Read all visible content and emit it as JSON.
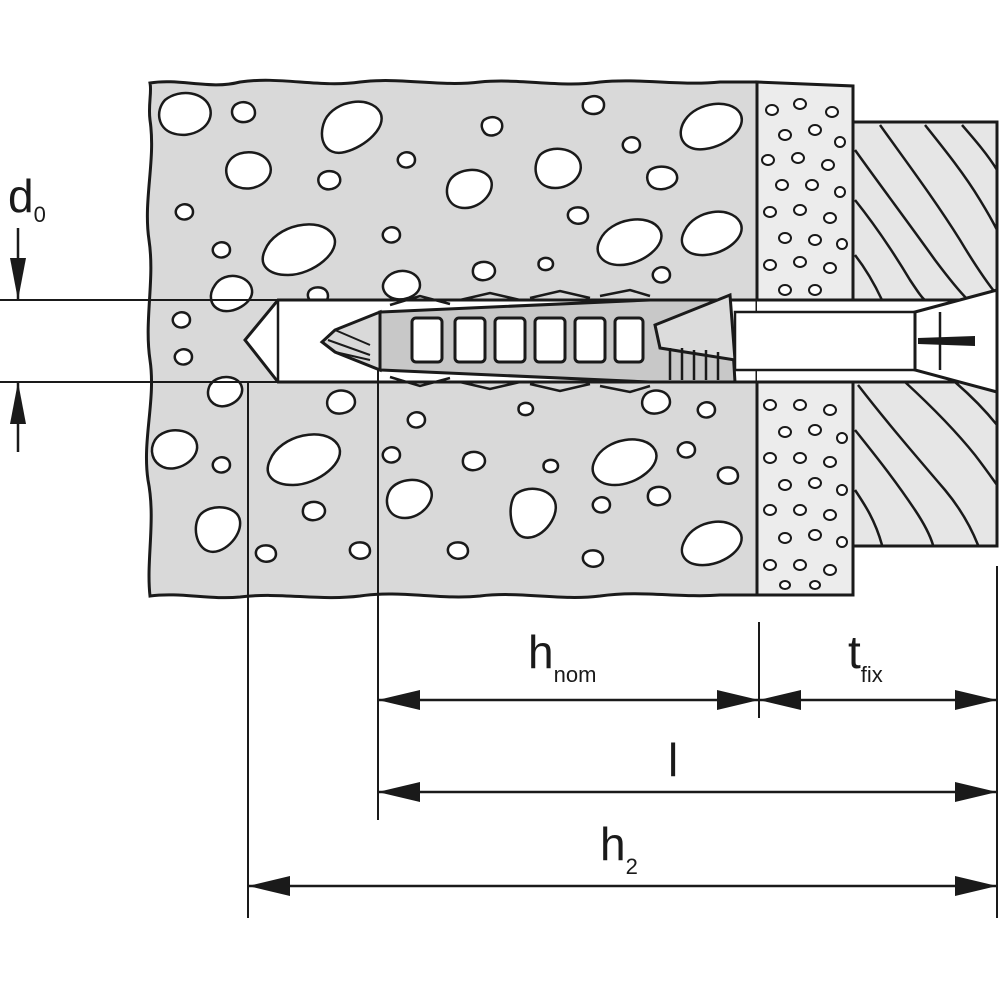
{
  "labels": {
    "d0": {
      "main": "d",
      "sub": "0"
    },
    "h_nom": {
      "main": "h",
      "sub": "nom"
    },
    "t_fix": {
      "main": "t",
      "sub": "fix"
    },
    "l": {
      "main": "l",
      "sub": ""
    },
    "h2": {
      "main": "h",
      "sub": "2"
    }
  },
  "colors": {
    "ink": "#1a1a1a",
    "concrete_fill": "#d9d9d9",
    "plaster_fill": "#ececec",
    "wood_fill": "#e6e6e6",
    "dowel_fill": "#c8c8c8",
    "background": "#ffffff"
  }
}
